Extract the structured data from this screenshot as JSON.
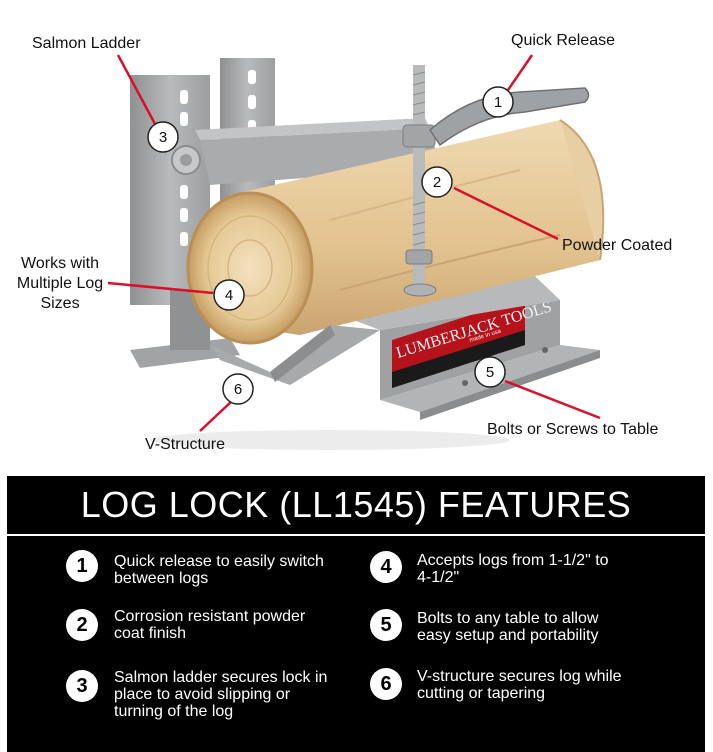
{
  "callouts": {
    "salmon_ladder": "Salmon Ladder",
    "quick_release": "Quick Release",
    "powder_coated": "Powder Coated",
    "works_with_line1": "Works with",
    "works_with_line2": "Multiple Log",
    "works_with_line3": "Sizes",
    "v_structure": "V-Structure",
    "bolts": "Bolts or Screws to Table"
  },
  "markers": [
    "1",
    "2",
    "3",
    "4",
    "5",
    "6"
  ],
  "brand": {
    "name": "LUMBERJACK TOOLS",
    "sub": "made in usa"
  },
  "panel": {
    "title": "LOG LOCK (LL1545) FEATURES"
  },
  "features": [
    {
      "num": "1",
      "line1": "Quick release to easily switch",
      "line2": "between logs",
      "line3": ""
    },
    {
      "num": "2",
      "line1": "Corrosion resistant powder",
      "line2": "coat finish",
      "line3": ""
    },
    {
      "num": "3",
      "line1": "Salmon ladder secures lock in",
      "line2": "place to avoid slipping or",
      "line3": "turning of the log"
    },
    {
      "num": "4",
      "line1": "Accepts logs from 1-1/2\" to",
      "line2": "4-1/2\"",
      "line3": ""
    },
    {
      "num": "5",
      "line1": "Bolts to any table to allow",
      "line2": "easy setup and portability",
      "line3": ""
    },
    {
      "num": "6",
      "line1": "V-structure secures log while",
      "line2": "cutting or tapering",
      "line3": ""
    }
  ],
  "colors": {
    "leader": "#d8102a",
    "panel": "#000000",
    "metal": "#a8a9ab",
    "wood": "#e9cfa2"
  }
}
